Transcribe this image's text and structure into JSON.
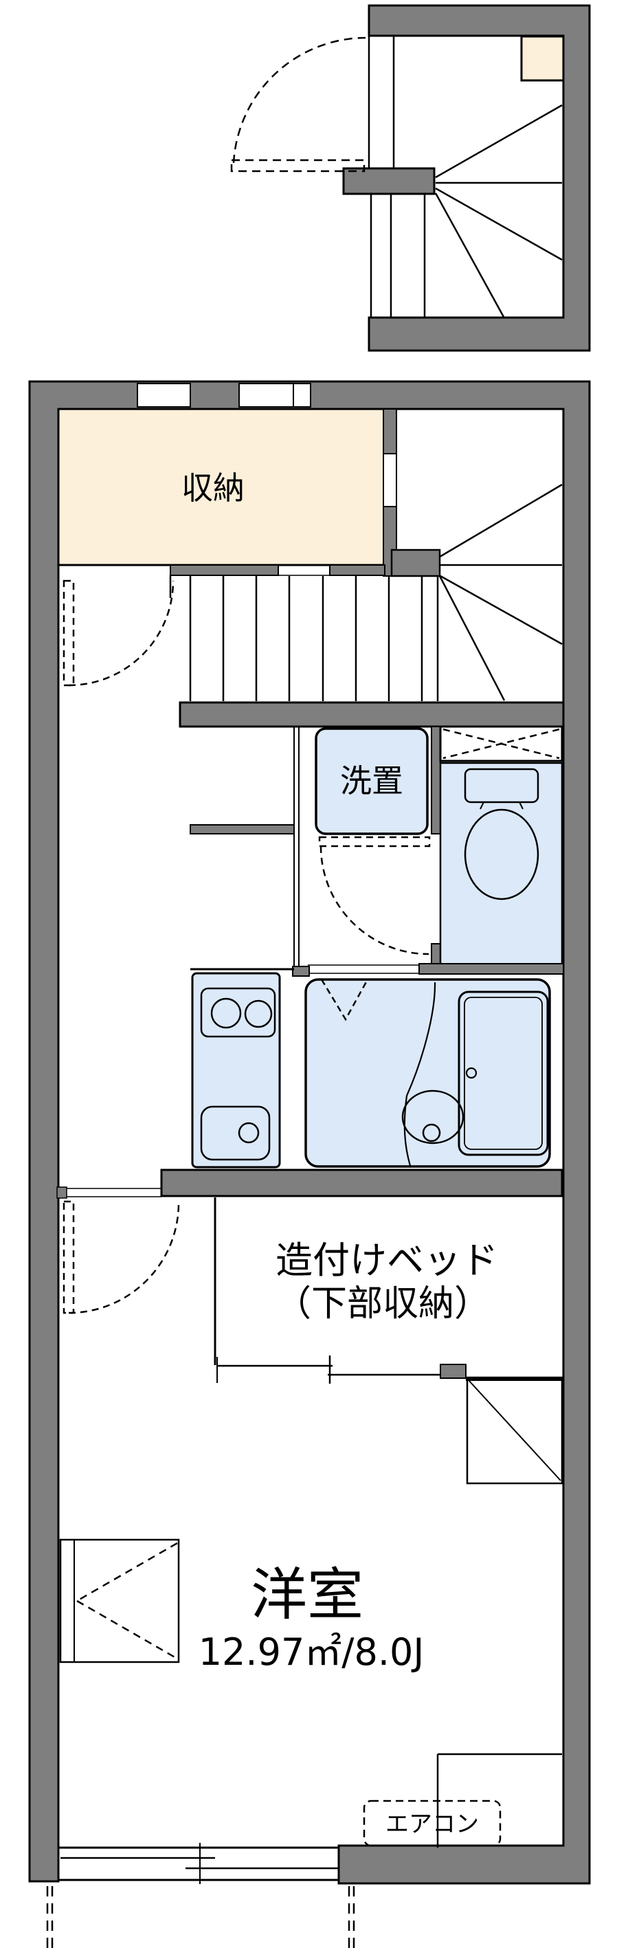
{
  "plan": {
    "labels": {
      "storage": "収納",
      "laundry": "洗置",
      "bed_line1": "造付けベッド",
      "bed_line2": "（下部収納）",
      "room_name": "洋室",
      "room_area": "12.97㎡/8.0J",
      "aircon": "エアコン"
    },
    "colors": {
      "wall": "#7f7f7f",
      "storage_fill": "#fcf0da",
      "wet_area_fill": "#dce9f8",
      "line": "#000000",
      "background": "#ffffff"
    }
  }
}
